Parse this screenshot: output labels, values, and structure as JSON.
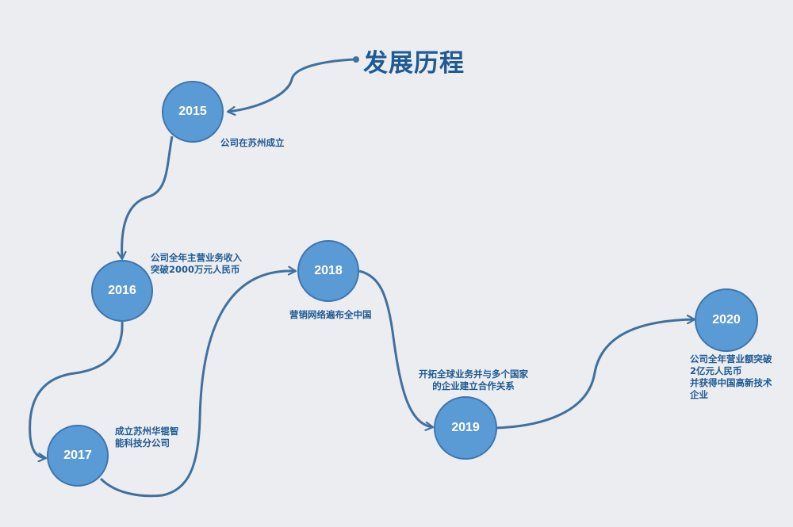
{
  "title": "发展历程",
  "colors": {
    "background": "#ebedf0",
    "node_fill": "#5b9bd5",
    "node_border": "#3f74ad",
    "path": "#41709f",
    "text": "#1f5a94"
  },
  "milestones": [
    {
      "year": "2015",
      "lines": [
        "公司在苏州成立"
      ]
    },
    {
      "year": "2016",
      "lines": [
        "公司全年主营业务收入",
        "突破2000万元人民币"
      ]
    },
    {
      "year": "2017",
      "lines": [
        "成立苏州华锟智",
        "能科技分公司"
      ]
    },
    {
      "year": "2018",
      "lines": [
        "营销网络遍布全中国"
      ]
    },
    {
      "year": "2019",
      "lines": [
        "开拓全球业务并与多个国家",
        "的企业建立合作关系"
      ]
    },
    {
      "year": "2020",
      "lines": [
        "公司全年营业额突破",
        "2亿元人民币",
        "并获得中国高新技术",
        "企业"
      ]
    }
  ]
}
